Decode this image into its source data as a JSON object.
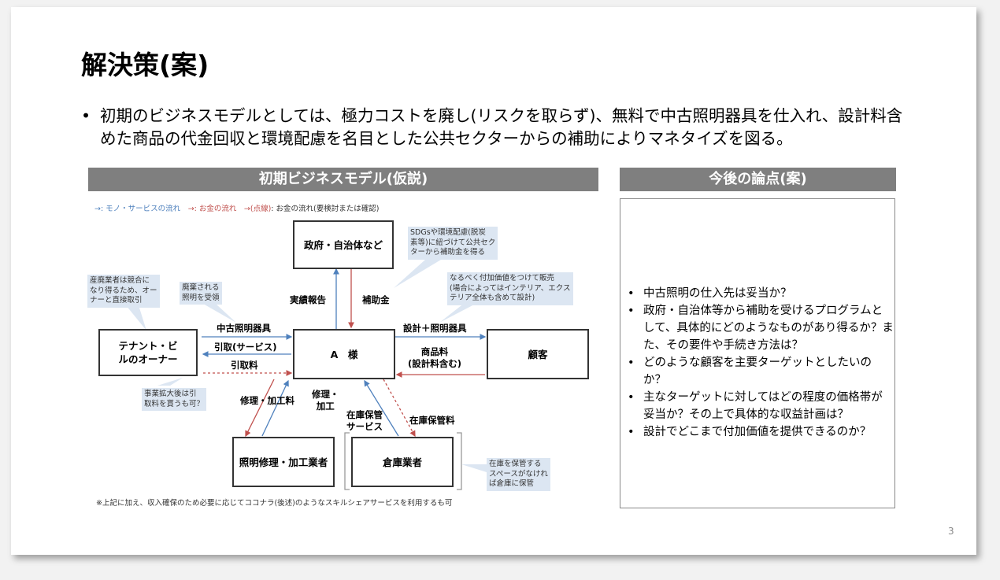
{
  "title": "解決策(案)",
  "bullet": "初期のビジネスモデルとしては、極力コストを廃し(リスクを取らず)、無料で中古照明器具を仕入れ、設計料含めた商品の代金回収と環境配慮を名目とした公共セクターからの補助によりマネタイズを図る。",
  "left_header": "初期ビジネスモデル(仮説)",
  "right_header": "今後の論点(案)",
  "legend": {
    "blue": "→: モノ・サービスの流れ",
    "red": "→: お金の流れ",
    "dashed_arrow": "→(点線)",
    "dashed": ": お金の流れ(要検討または確認)"
  },
  "boxes": {
    "gov": "政府・自治体など",
    "owner": "テナント・ビルのオーナー",
    "a": "A　様",
    "customer": "顧客",
    "repair": "照明修理・加工業者",
    "warehouse": "倉庫業者"
  },
  "labels": {
    "report": "実績報告",
    "subsidy": "補助金",
    "used": "中古照明器具",
    "pickup": "引取(サービス)",
    "pickup_fee": "引取料",
    "design": "設計＋照明器具",
    "product_fee": "商品料\n(設計料含む)",
    "repair_fee": "修理・加工料",
    "repair": "修理・\n加工",
    "storage": "在庫保管\nサービス",
    "storage_fee": "在庫保管料"
  },
  "callouts": {
    "scrap": "産廃業者は競合に\nなり得るため、オー\nナーと直接取引",
    "dispose": "廃棄される\n照明を受領",
    "sdgs": "SDGsや環境配慮(脱炭\n素等)に紐づけて公共セク\nターから補助金を得る",
    "value": "なるべく付加価値をつけて販売\n(場合によってはインテリア、エクス\nテリア全体も含めて設計)",
    "expand": "事業拡大後は引\n取料を貰うも可？",
    "stock": "在庫を保管する\nスペースがなけれ\nば倉庫に保管"
  },
  "note": "※上記に加え、収入確保のため必要に応じてココナラ(後述)のようなスキルシェアサービスを利用するも可",
  "issues": [
    "中古照明の仕入先は妥当か？",
    "政府・自治体等から補助を受けるプログラムとして、具体的にどのようなものがあり得るか？また、その要件や手続き方法は？",
    "どのような顧客を主要ターゲットとしたいのか？",
    "主なターゲットに対してはどの程度の価格帯が妥当か？その上で具体的な収益計画は？",
    "設計でどこまで付加価値を提供できるのか？"
  ],
  "page_number": "3",
  "colors": {
    "blue": "#4f81bd",
    "red": "#c0504d",
    "header": "#7f7f7f",
    "callout": "#dce6f2"
  }
}
